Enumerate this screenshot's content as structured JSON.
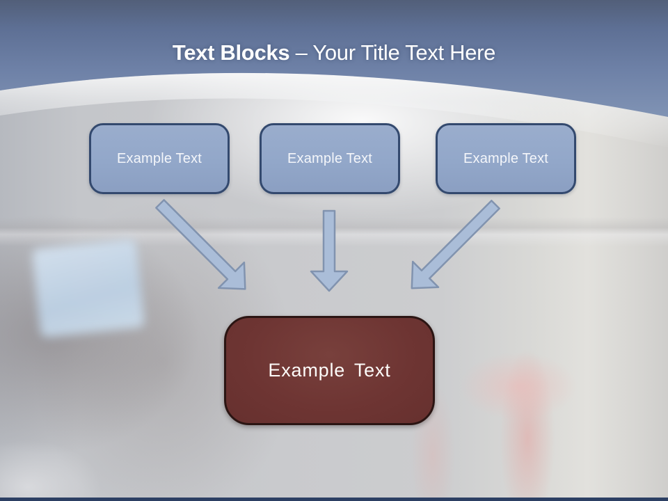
{
  "slide": {
    "title": {
      "bold_part": "Text Blocks",
      "regular_part": "– Your Title Text Here"
    },
    "text_blocks": [
      {
        "label": "Example Text"
      },
      {
        "label": "Example Text"
      },
      {
        "label": "Example Text"
      }
    ],
    "result_block": {
      "label": "Example Text"
    },
    "arrows": [
      {
        "name": "arrow-down-right"
      },
      {
        "name": "arrow-down"
      },
      {
        "name": "arrow-down-left"
      }
    ],
    "colors": {
      "header_blue_top": "#525f79",
      "header_blue_bottom": "#8093b4",
      "block_fill": "#92a7c9",
      "block_border": "#33496e",
      "block_text": "#f4f6fa",
      "result_fill": "#6e3533",
      "result_border": "#2b1513",
      "arrow_fill": "#aabdd8",
      "arrow_border": "#8193af",
      "footer_bar": "#2c3f63",
      "title_text": "#ffffff"
    }
  }
}
